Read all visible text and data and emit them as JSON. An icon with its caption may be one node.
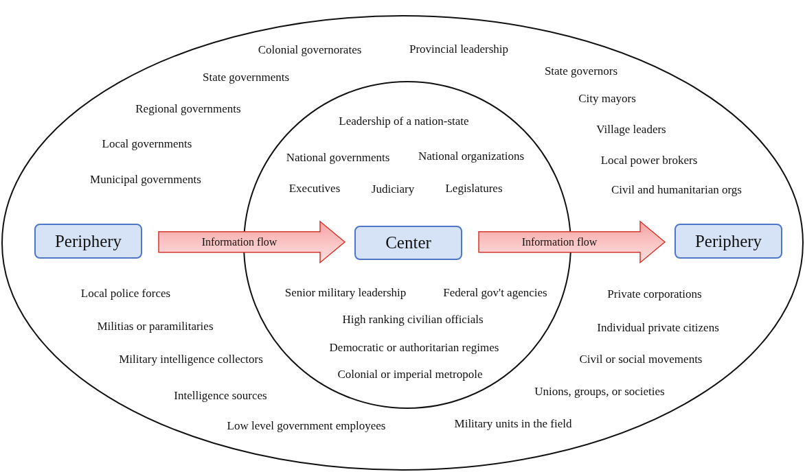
{
  "diagram": {
    "nodes": [
      {
        "text": [],
        "shape": "ellipse"
      },
      {
        "text": [],
        "shape": "circle",
        "in": 0
      },
      {
        "text": [
          "Periphery"
        ],
        "in": 0
      },
      {
        "text": [
          "Center"
        ],
        "in": 1
      },
      {
        "text": [
          "Periphery"
        ],
        "in": 0
      }
    ],
    "edges": [
      {
        "from": 2,
        "to": 3,
        "arrow": "to",
        "label": "Information flow",
        "style": "thick"
      },
      {
        "from": 3,
        "to": 4,
        "arrow": "to",
        "label": "Information flow",
        "style": "thick"
      }
    ],
    "labels": [
      "Colonial governorates",
      "Provincial leadership",
      "State governors",
      "State governments",
      "City mayors",
      "Regional governments",
      "Leadership of a nation-state",
      "Village leaders",
      "Local governments",
      "National governments",
      "National organizations",
      "Local power brokers",
      "Municipal governments",
      "Executives",
      "Judiciary",
      "Legislatures",
      "Civil and humanitarian orgs",
      "Local police forces",
      "Senior military leadership",
      "Federal gov't agencies",
      "Private corporations",
      "High ranking civilian officials",
      "Militias or paramilitaries",
      "Individual private citizens",
      "Democratic or authoritarian regimes",
      "Military intelligence collectors",
      "Civil or social movements",
      "Colonial or imperial metropole",
      "Intelligence sources",
      "Unions, groups, or societies",
      "Low level government employees",
      "Military units in the field"
    ]
  }
}
